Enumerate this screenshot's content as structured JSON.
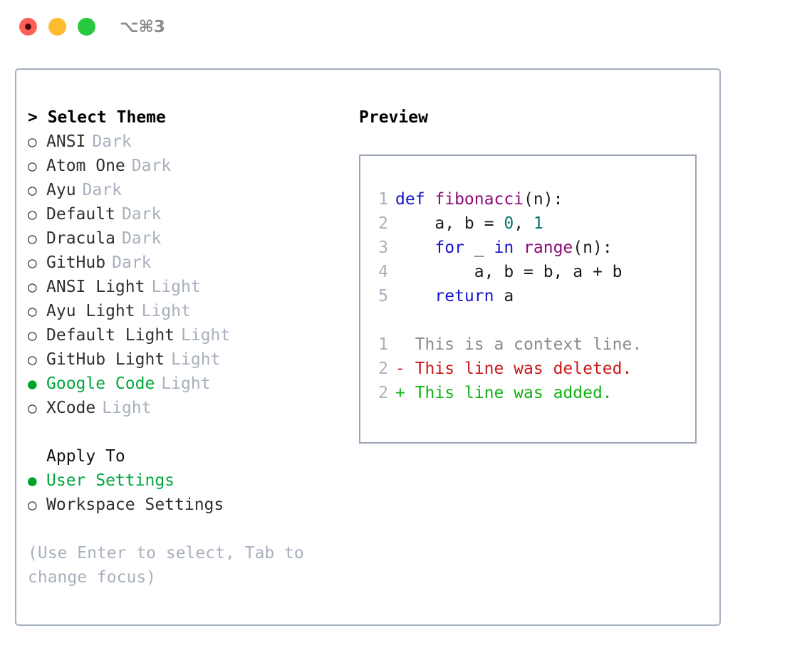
{
  "titlebar": {
    "shortcut": "⌥⌘3",
    "buttons": [
      {
        "name": "close",
        "color": "#ff5f57"
      },
      {
        "name": "minimize",
        "color": "#febc2e"
      },
      {
        "name": "maximize",
        "color": "#28c840"
      }
    ]
  },
  "left": {
    "header": "> Select Theme",
    "themes": [
      {
        "marker": "○",
        "name": "ANSI",
        "kind": "Dark",
        "selected": false
      },
      {
        "marker": "○",
        "name": "Atom One",
        "kind": "Dark",
        "selected": false
      },
      {
        "marker": "○",
        "name": "Ayu",
        "kind": "Dark",
        "selected": false
      },
      {
        "marker": "○",
        "name": "Default",
        "kind": "Dark",
        "selected": false
      },
      {
        "marker": "○",
        "name": "Dracula",
        "kind": "Dark",
        "selected": false
      },
      {
        "marker": "○",
        "name": "GitHub",
        "kind": "Dark",
        "selected": false
      },
      {
        "marker": "○",
        "name": "ANSI Light",
        "kind": "Light",
        "selected": false
      },
      {
        "marker": "○",
        "name": "Ayu Light",
        "kind": "Light",
        "selected": false
      },
      {
        "marker": "○",
        "name": "Default Light",
        "kind": "Light",
        "selected": false
      },
      {
        "marker": "○",
        "name": "GitHub Light",
        "kind": "Light",
        "selected": false
      },
      {
        "marker": "●",
        "name": "Google Code",
        "kind": "Light",
        "selected": true
      },
      {
        "marker": "○",
        "name": "XCode",
        "kind": "Light",
        "selected": false
      }
    ],
    "apply_to_title": "Apply To",
    "apply_to": [
      {
        "marker": "●",
        "name": "User Settings",
        "selected": true
      },
      {
        "marker": "○",
        "name": "Workspace Settings",
        "selected": false
      }
    ],
    "hint": "(Use Enter to select, Tab to change focus)"
  },
  "right": {
    "preview_label": "Preview",
    "code_lines": [
      {
        "no": "1",
        "tokens": [
          {
            "t": "def ",
            "c": "kw"
          },
          {
            "t": "fibonacci",
            "c": "fn"
          },
          {
            "t": "(n):",
            "c": "pln"
          }
        ]
      },
      {
        "no": "2",
        "tokens": [
          {
            "t": "    a, b = ",
            "c": "pln"
          },
          {
            "t": "0",
            "c": "num"
          },
          {
            "t": ", ",
            "c": "pln"
          },
          {
            "t": "1",
            "c": "num"
          }
        ]
      },
      {
        "no": "3",
        "tokens": [
          {
            "t": "    ",
            "c": "pln"
          },
          {
            "t": "for",
            "c": "kw"
          },
          {
            "t": " _ ",
            "c": "pln"
          },
          {
            "t": "in",
            "c": "kw"
          },
          {
            "t": " ",
            "c": "pln"
          },
          {
            "t": "range",
            "c": "fn"
          },
          {
            "t": "(n):",
            "c": "pln"
          }
        ]
      },
      {
        "no": "4",
        "tokens": [
          {
            "t": "        a, b = b, a + b",
            "c": "pln"
          }
        ]
      },
      {
        "no": "5",
        "tokens": [
          {
            "t": "    ",
            "c": "pln"
          },
          {
            "t": "return",
            "c": "kw"
          },
          {
            "t": " a",
            "c": "pln"
          }
        ]
      }
    ],
    "diff_lines": [
      {
        "no": "1",
        "sign": "  ",
        "text": "This is a context line.",
        "c": "ctx"
      },
      {
        "no": "2",
        "sign": "- ",
        "text": "This line was deleted.",
        "c": "del"
      },
      {
        "no": "2",
        "sign": "+ ",
        "text": "This line was added.",
        "c": "add"
      }
    ]
  },
  "colors": {
    "accent_green": "#00a83c",
    "muted": "#a8b0bd",
    "keyword": "#1414c8",
    "function": "#8b0a75",
    "number": "#0b7373",
    "diff_delete": "#c81919",
    "diff_add": "#13b313",
    "border": "#a7b0bf"
  }
}
